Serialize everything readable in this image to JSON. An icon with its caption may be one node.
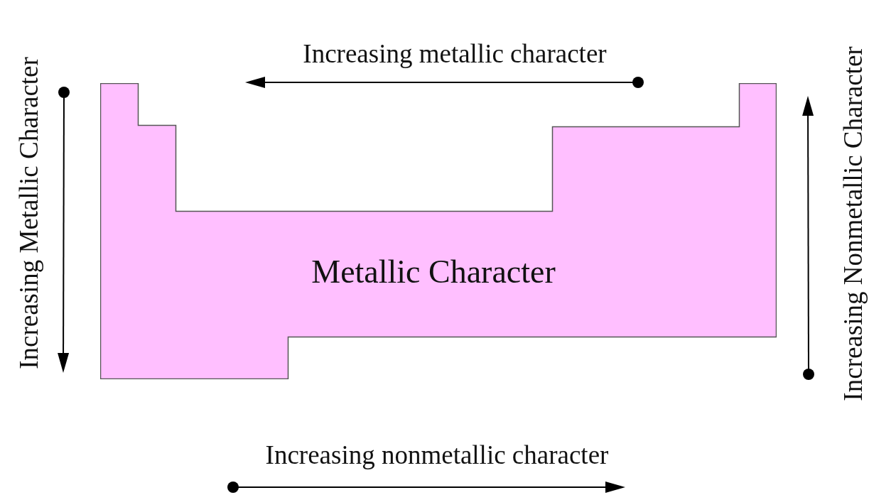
{
  "diagram": {
    "nodes": [
      {
        "text": [
          "Metallic Character"
        ]
      }
    ],
    "labels": [
      "Increasing metallic character",
      "Increasing Metallic Character",
      "Increasing Nonmetallic Character",
      "Increasing nonmetallic character"
    ]
  }
}
